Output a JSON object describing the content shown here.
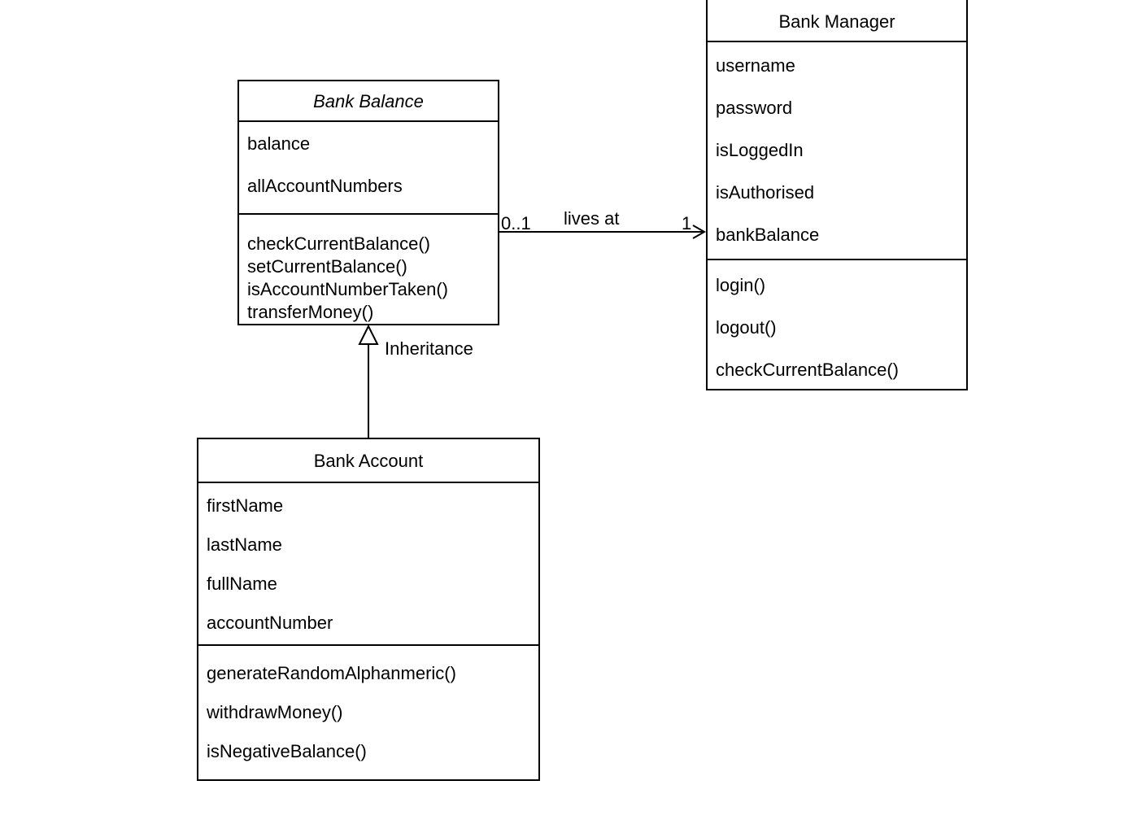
{
  "classes": {
    "bank_balance": {
      "name": "Bank Balance",
      "attributes": [
        "balance",
        "allAccountNumbers"
      ],
      "methods": [
        "checkCurrentBalance()",
        "setCurrentBalance()",
        "isAccountNumberTaken()",
        "transferMoney()"
      ]
    },
    "bank_manager": {
      "name": "Bank Manager",
      "attributes": [
        "username",
        "password",
        "isLoggedIn",
        "isAuthorised",
        "bankBalance"
      ],
      "methods": [
        "login()",
        "logout()",
        "checkCurrentBalance()"
      ]
    },
    "bank_account": {
      "name": "Bank Account",
      "attributes": [
        "firstName",
        "lastName",
        "fullName",
        "accountNumber"
      ],
      "methods": [
        "generateRandomAlphanmeric()",
        "withdrawMoney()",
        "isNegativeBalance()"
      ]
    }
  },
  "relations": {
    "inheritance": {
      "label": "Inheritance",
      "from": "Bank Account",
      "to": "Bank Balance"
    },
    "association": {
      "label": "lives at",
      "from": "Bank Balance",
      "to": "Bank Manager",
      "source_multiplicity": "0..1",
      "target_multiplicity": "1"
    }
  }
}
